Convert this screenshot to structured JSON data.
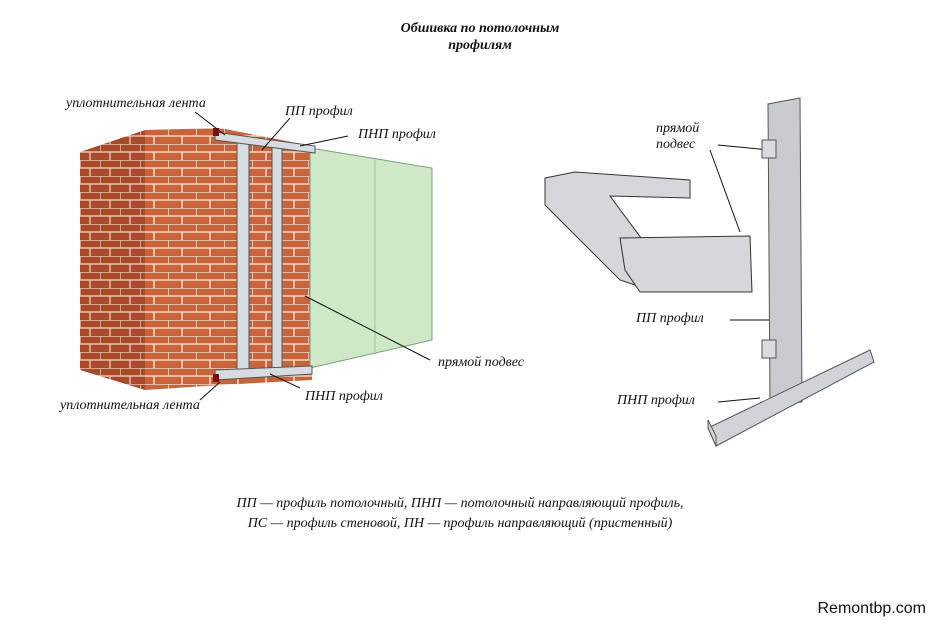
{
  "title": {
    "line1": "Обшивка по потолочным",
    "line2": "профилям"
  },
  "left_figure": {
    "labels": {
      "seal_tape_top": "уплотнительная лента",
      "pp_profile": "ПП   профил",
      "pnp_profile_top": "ПНП   профил",
      "direct_hanger": "прямой подвес",
      "pnp_profile_bottom": "ПНП   профил",
      "seal_tape_bottom": "уплотнительная лента"
    }
  },
  "right_figure": {
    "labels": {
      "direct_hanger_1": "прямой",
      "direct_hanger_2": "подвес",
      "pp_profile": "ПП   профил",
      "pnp_profile": "ПНП   профил"
    }
  },
  "caption": {
    "line1": "ПП — профиль потолочный, ПНП — потолочный направляющий профиль,",
    "line2": "ПС — профиль стеновой,  ПН — профиль направляющий (пристенный)"
  },
  "watermark": "Remontbp.com",
  "colors": {
    "brick": "#c8643c",
    "drywall": "#cfe8c8",
    "metal": "#c8ccd0"
  }
}
